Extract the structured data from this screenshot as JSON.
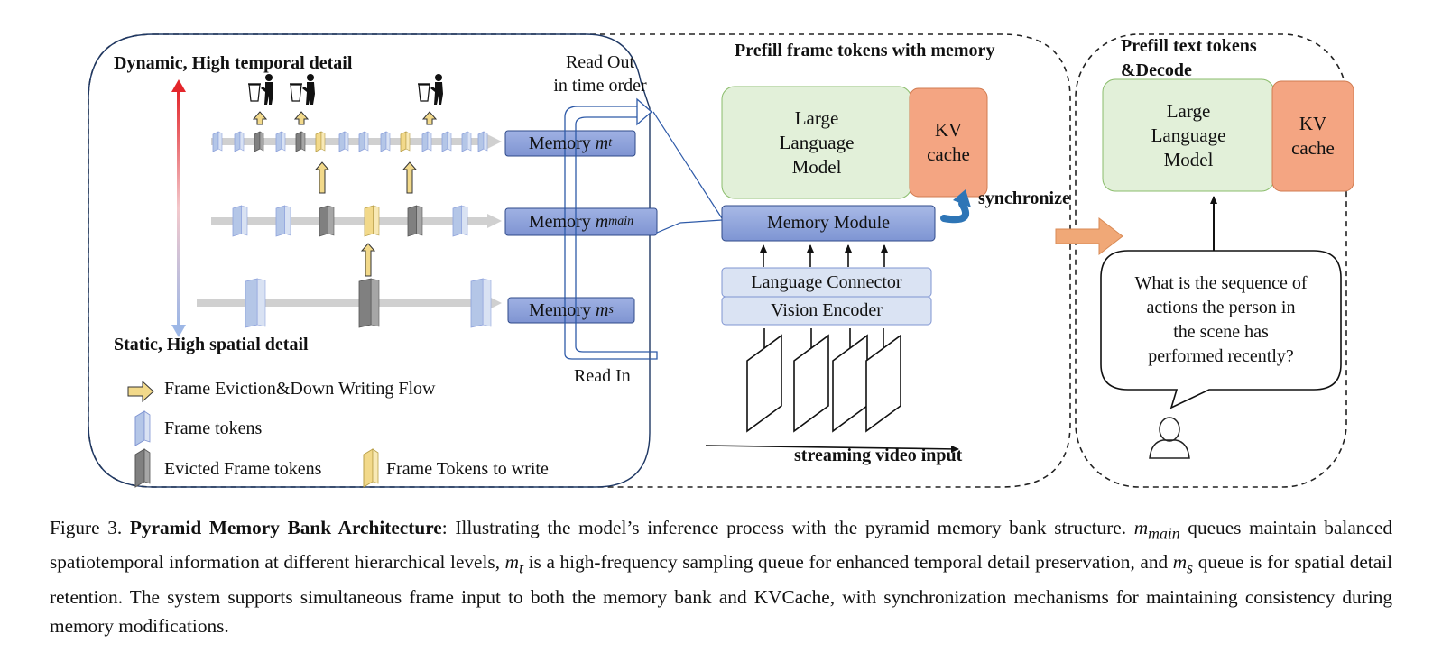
{
  "left": {
    "top_label": "Dynamic, High temporal detail",
    "bottom_label": "Static, High spatial detail",
    "read_out": [
      "Read Out",
      "in time order"
    ],
    "read_in": "Read In",
    "memories": [
      {
        "text": "Memory",
        "var": "m",
        "sub": "t"
      },
      {
        "text": "Memory",
        "var": "m",
        "sub": "main"
      },
      {
        "text": "Memory",
        "var": "m",
        "sub": "s"
      }
    ],
    "legend": {
      "eviction": "Frame Eviction&Down Writing Flow",
      "frame_tokens": "Frame tokens",
      "evicted": "Evicted Frame tokens",
      "to_write": "Frame Tokens to write"
    }
  },
  "middle": {
    "title": "Prefill frame tokens with memory",
    "llm": [
      "Large",
      "Language",
      "Model"
    ],
    "kv": [
      "KV",
      "cache"
    ],
    "synchronize": "synchronize",
    "memory_module": "Memory Module",
    "language_connector": "Language Connector",
    "vision_encoder": "Vision Encoder",
    "stream_label": "streaming video input"
  },
  "right": {
    "title": [
      "Prefill text tokens",
      "&Decode"
    ],
    "llm": [
      "Large",
      "Language",
      "Model"
    ],
    "kv": [
      "KV",
      "cache"
    ],
    "question": [
      "What is the sequence of",
      "actions the person in",
      "the scene has",
      "performed recently?"
    ]
  },
  "caption": {
    "prefix": "Figure 3.",
    "bold": "Pyramid Memory Bank Architecture",
    "t1": ": Illustrating the model’s inference process with the pyramid memory bank structure.",
    "v_main": "m",
    "v_main_sub": "main",
    "t2": " queues maintain balanced spatiotemporal information at different hierarchical levels, ",
    "v_t": "m",
    "v_t_sub": "t",
    "t3": " is a high-frequency sampling queue for enhanced temporal detail preservation, and ",
    "v_s": "m",
    "v_s_sub": "s",
    "t4": " queue is for spatial detail retention. The system supports simultaneous frame input to both the memory bank and KVCache, with synchronization mechanisms for maintaining consistency during memory modifications."
  },
  "colors": {
    "memory_fill": "#8ea2dc",
    "llm_fill": "#e2f0d9",
    "kv_fill": "#f4a582",
    "module_fill": "#dae3f3",
    "frame_token": "#b4c6e7",
    "evicted": "#808080",
    "to_write": "#f2d98a",
    "arrow_orange": "#f0a877",
    "sync_blue": "#2e75b6"
  }
}
